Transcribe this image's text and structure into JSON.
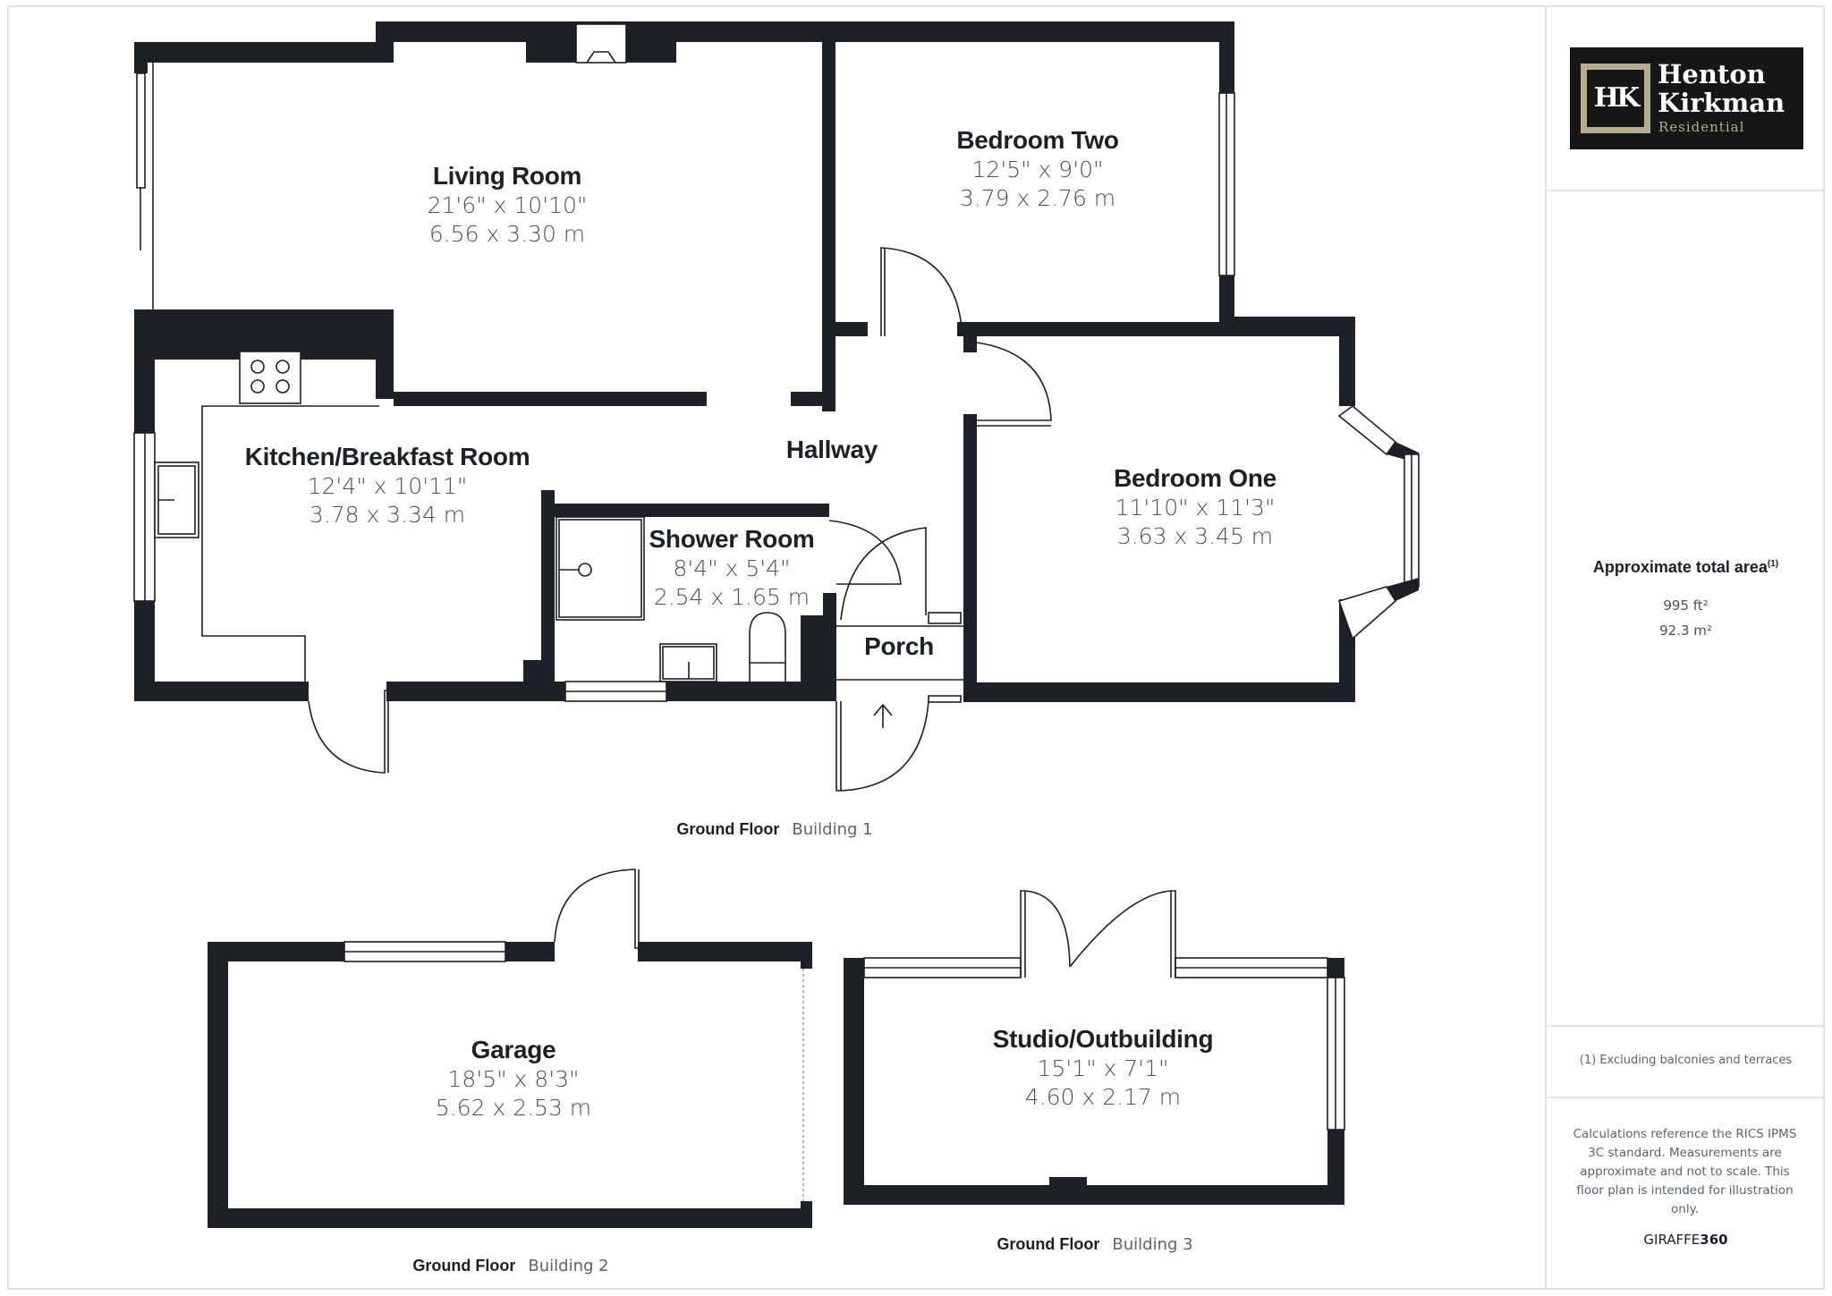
{
  "rooms": {
    "living_room": {
      "name": "Living Room",
      "imperial": "21'6\" x 10'10\"",
      "metric": "6.56 x 3.30 m"
    },
    "bedroom_two": {
      "name": "Bedroom Two",
      "imperial": "12'5\" x 9'0\"",
      "metric": "3.79 x 2.76 m"
    },
    "kitchen": {
      "name": "Kitchen/Breakfast Room",
      "imperial": "12'4\" x 10'11\"",
      "metric": "3.78 x 3.34 m"
    },
    "hallway": {
      "name": "Hallway"
    },
    "bedroom_one": {
      "name": "Bedroom One",
      "imperial": "11'10\" x 11'3\"",
      "metric": "3.63 x 3.45 m"
    },
    "shower_room": {
      "name": "Shower Room",
      "imperial": "8'4\" x 5'4\"",
      "metric": "2.54 x 1.65 m"
    },
    "porch": {
      "name": "Porch"
    },
    "garage": {
      "name": "Garage",
      "imperial": "18'5\" x 8'3\"",
      "metric": "5.62 x 2.53 m"
    },
    "studio": {
      "name": "Studio/Outbuilding",
      "imperial": "15'1\" x 7'1\"",
      "metric": "4.60 x 2.17 m"
    }
  },
  "captions": {
    "building1": {
      "floor": "Ground Floor",
      "building": "Building 1"
    },
    "building2": {
      "floor": "Ground Floor",
      "building": "Building 2"
    },
    "building3": {
      "floor": "Ground Floor",
      "building": "Building 3"
    }
  },
  "sidebar": {
    "logo": {
      "monogram": "HK",
      "line1": "Henton",
      "line2": "Kirkman",
      "line3": "Residential"
    },
    "area": {
      "title": "Approximate total area",
      "footnote_mark": "(1)",
      "sqft": "995 ft²",
      "sqm": "92.3 m²"
    },
    "footnote": "(1) Excluding balconies and terraces",
    "disclaimer": "Calculations reference the RICS IPMS 3C standard. Measurements are approximate and not to scale. This floor plan is intended for illustration only.",
    "brand": {
      "prefix": "GIRAFFE",
      "suffix": "360"
    }
  },
  "colors": {
    "wall": "#1b2029",
    "logo_bg": "#161616",
    "logo_accent": "#b7ab8c"
  }
}
